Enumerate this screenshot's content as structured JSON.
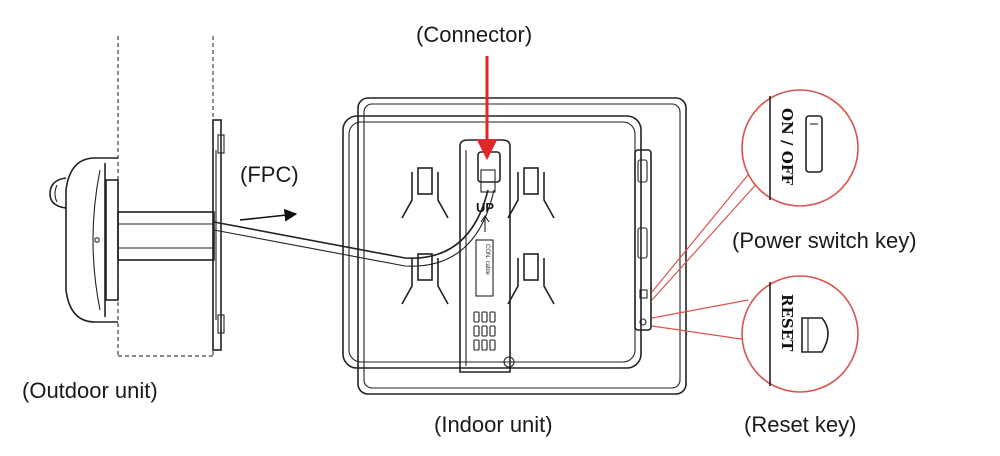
{
  "labels": {
    "connector": "(Connector)",
    "fpc": "(FPC)",
    "power_switch_key": "(Power switch key)",
    "reset_key": "(Reset key)",
    "outdoor_unit": "(Outdoor unit)",
    "indoor_unit": "(Indoor unit)"
  },
  "device_marks": {
    "up": "UP",
    "cable": "CON. cable",
    "on_off": "ON / OFF",
    "reset": "RESET"
  },
  "colors": {
    "accent_red": "#e3262a",
    "line": "#222222"
  }
}
